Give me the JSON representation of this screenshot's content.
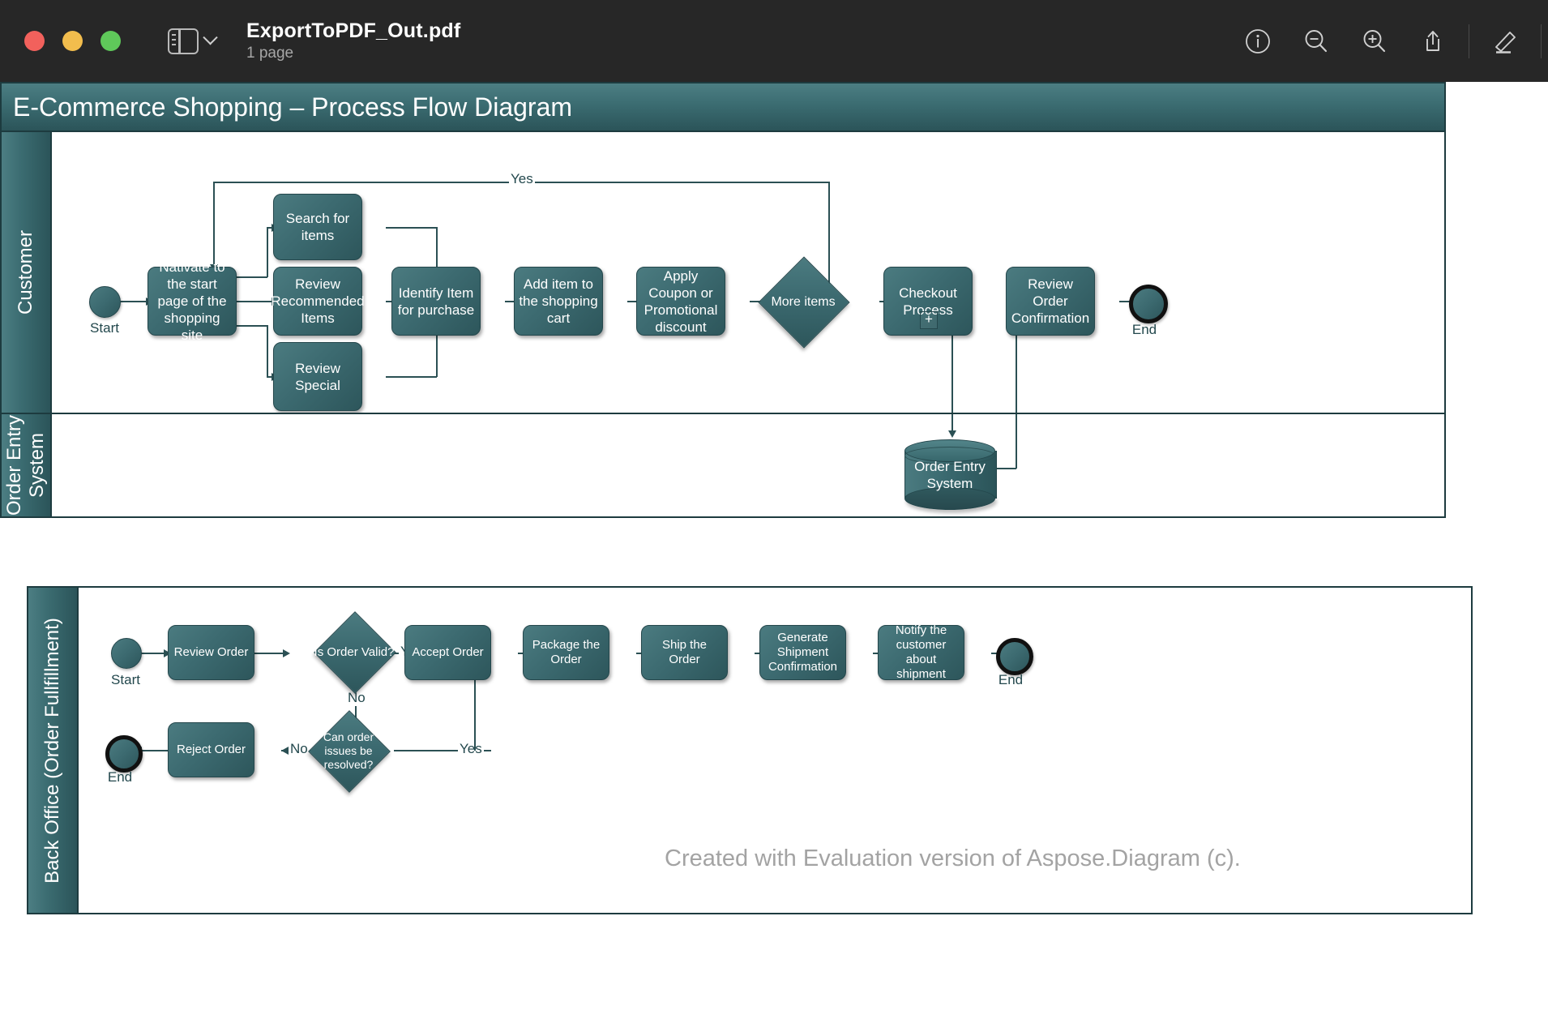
{
  "window": {
    "title": "ExportToPDF_Out.pdf",
    "subtitle": "1 page",
    "traffic_lights": [
      "close",
      "minimize",
      "zoom"
    ],
    "toolbar_icons": [
      "sidebar-icon",
      "chevron-down-icon",
      "info-icon",
      "zoom-out-icon",
      "zoom-in-icon",
      "share-icon",
      "markup-icon"
    ]
  },
  "diagram": {
    "title": "E-Commerce Shopping – Process Flow Diagram",
    "watermark": "Created with Evaluation version of Aspose.Diagram (c).",
    "colors": {
      "pool_header": "#3b6c71",
      "node_fill": "#3c6a70",
      "node_border": "#24474c",
      "connector": "#2b5054",
      "lane_bg": "#ffffff",
      "titlebar_bg": "#272727"
    },
    "lanes": [
      {
        "name": "Customer"
      },
      {
        "name": "Order Entry\nSystem"
      },
      {
        "name": "Back Office (Order Fullfillment)"
      }
    ],
    "customer_lane": {
      "start_label": "Start",
      "end_label": "End",
      "nodes": [
        {
          "id": "navigate",
          "label": "Nativate to the start page of the shopping site",
          "type": "task"
        },
        {
          "id": "search",
          "label": "Search for items",
          "type": "task"
        },
        {
          "id": "reviewrec",
          "label": "Review Recommended Items",
          "type": "task"
        },
        {
          "id": "reviewspec",
          "label": "Review Special",
          "type": "task"
        },
        {
          "id": "identify",
          "label": "Identify Item for purchase",
          "type": "task"
        },
        {
          "id": "addcart",
          "label": "Add item to the shopping cart",
          "type": "task"
        },
        {
          "id": "coupon",
          "label": "Apply Coupon or Promotional discount",
          "type": "task"
        },
        {
          "id": "moreitems",
          "label": "More items",
          "type": "gateway"
        },
        {
          "id": "checkout",
          "label": "Checkout Process",
          "type": "subprocess",
          "marker": "+"
        },
        {
          "id": "revconf",
          "label": "Review Order Confirmation",
          "type": "task"
        }
      ],
      "edge_labels": {
        "loop_yes": "Yes"
      }
    },
    "order_entry_lane": {
      "nodes": [
        {
          "id": "oes_db",
          "label": "Order Entry System",
          "type": "datastore"
        }
      ]
    },
    "backoffice_lane": {
      "start_label": "Start",
      "end_label_top": "End",
      "end_label_bottom": "End",
      "nodes": [
        {
          "id": "revorder",
          "label": "Review Order",
          "type": "task"
        },
        {
          "id": "isvalid",
          "label": "Is Order Valid?",
          "type": "gateway"
        },
        {
          "id": "accept",
          "label": "Accept Order",
          "type": "task"
        },
        {
          "id": "package",
          "label": "Package the Order",
          "type": "task"
        },
        {
          "id": "ship",
          "label": "Ship the Order",
          "type": "task"
        },
        {
          "id": "genconf",
          "label": "Generate Shipment Confirmation",
          "type": "task"
        },
        {
          "id": "notify",
          "label": "Notify the customer about shipment",
          "type": "task"
        },
        {
          "id": "canresolve",
          "label": "Can order issues be resolved?",
          "type": "gateway"
        },
        {
          "id": "reject",
          "label": "Reject Order",
          "type": "task"
        }
      ],
      "edge_labels": {
        "valid_yes": "Yes",
        "valid_no": "No",
        "resolve_yes": "Yes",
        "resolve_no": "No"
      }
    }
  }
}
